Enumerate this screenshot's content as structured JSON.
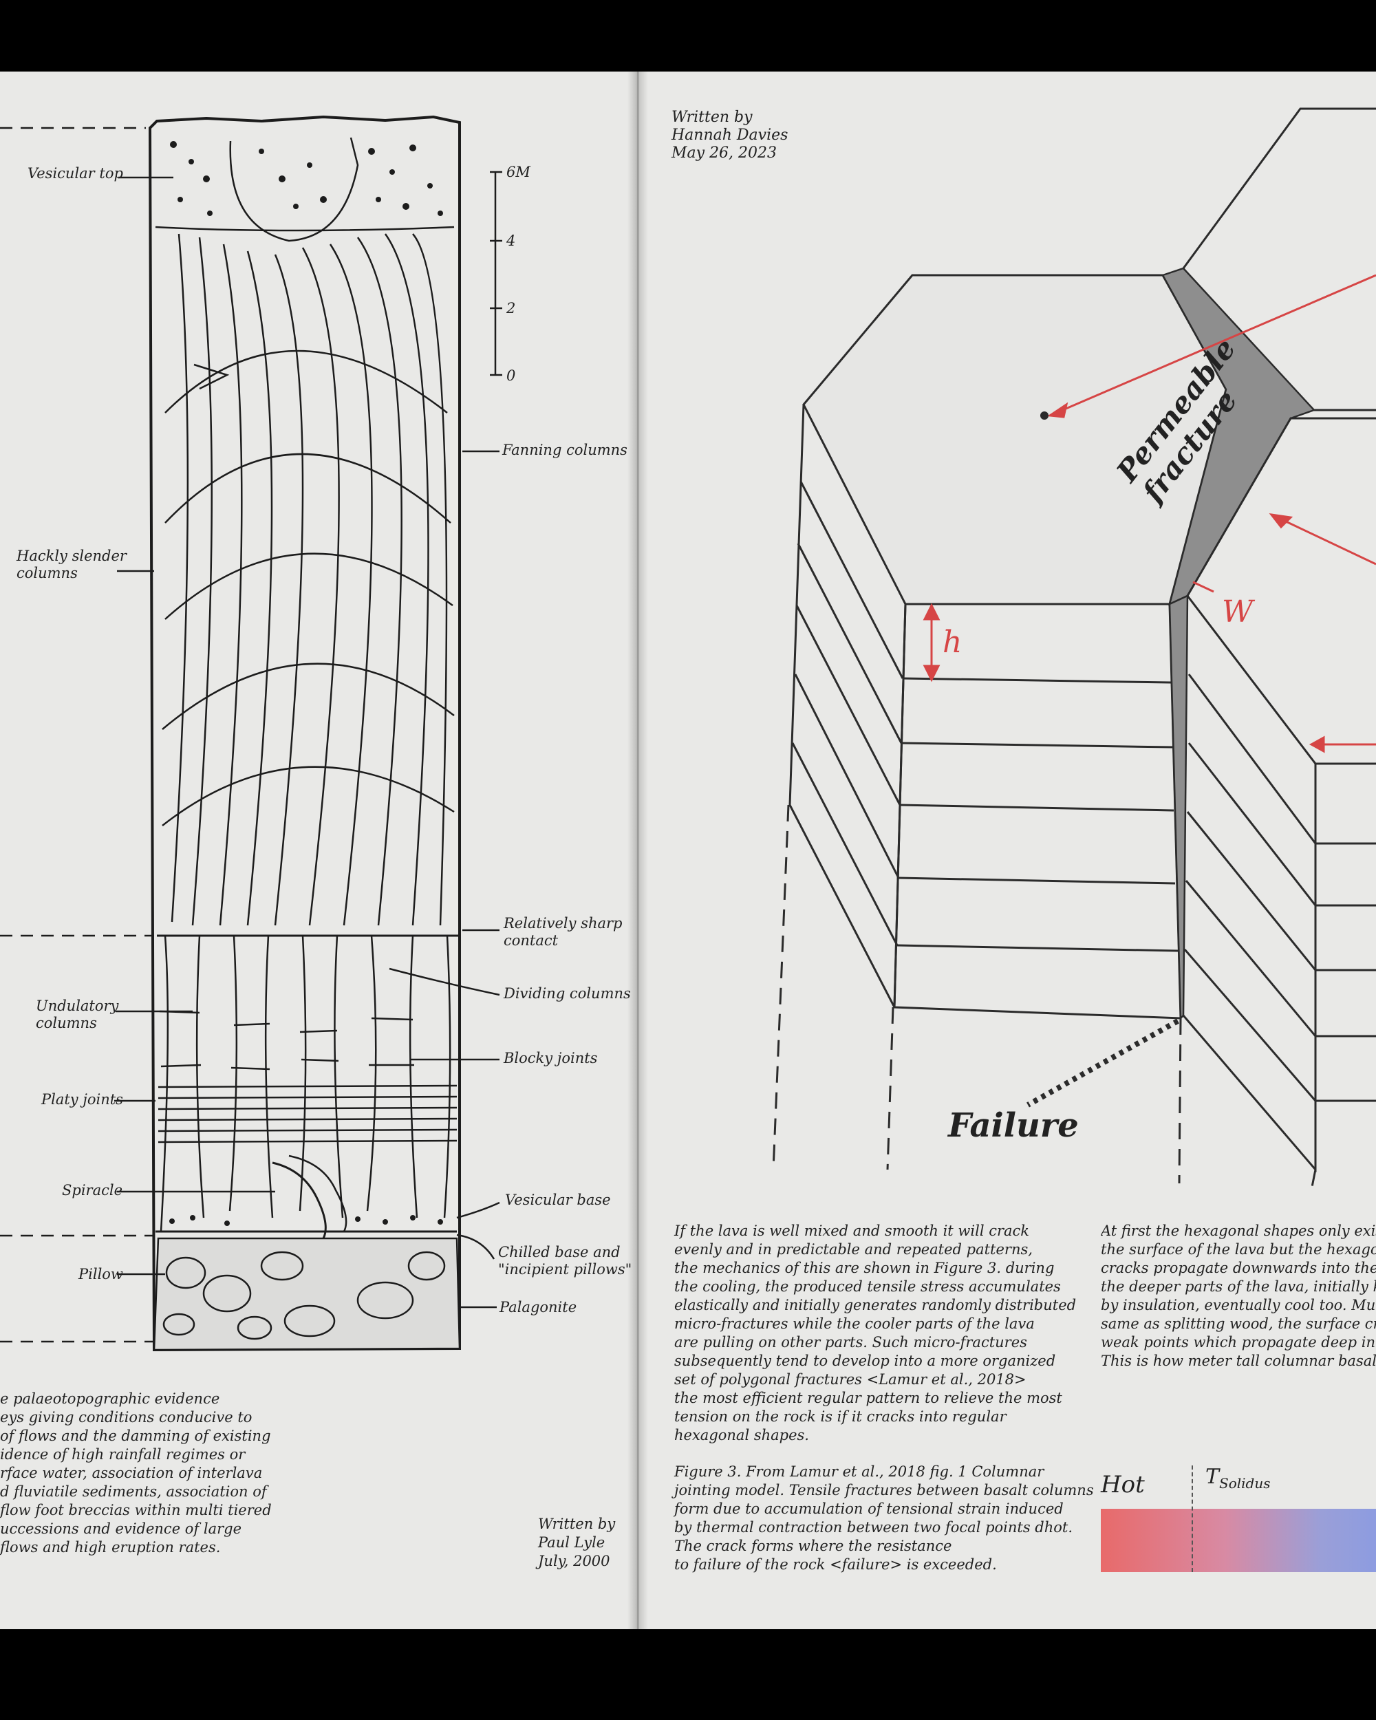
{
  "left": {
    "labels": {
      "vesicular_top": "Vesicular top",
      "hackly": "Hackly slender\ncolumns",
      "fanning": "Fanning columns",
      "sharp_contact": "Relatively sharp\ncontact",
      "dividing": "Dividing columns",
      "undulatory": "Undulatory\ncolumns",
      "blocky": "Blocky joints",
      "platy": "Platy joints",
      "spiracle": "Spiracle",
      "vesicular_base": "Vesicular base",
      "chilled_base": "Chilled base and\n\"incipient pillows\"",
      "pillow": "Pillow",
      "palagonite": "Palagonite"
    },
    "scale": {
      "unit_top": "6M",
      "t4": "4",
      "t2": "2",
      "t0": "0"
    },
    "paragraph": "e palaeotopographic evidence\neys giving conditions conducive to\nof flows and the damming of existing\nidence of high rainfall regimes or\nrface water, association of interlava\nd fluviatile sediments, association of\nflow foot breccias within multi tiered\nuccessions and evidence of large\nflows and high eruption rates.",
    "credit": "Written by\nPaul Lyle\nJuly, 2000"
  },
  "right": {
    "credit": "Written by\nHannah Davies\nMay 26, 2023",
    "diagram": {
      "permeable_fracture": "Permeable\nfracture",
      "w": "W",
      "h": "h",
      "failure": "Failure"
    },
    "paragraph1": "If the lava is well mixed and smooth it will crack\nevenly and in predictable and repeated patterns,\nthe mechanics of this are shown in Figure 3. during\nthe cooling, the produced tensile stress accumulates\nelastically and initially generates randomly distributed\nmicro-fractures while the cooler parts of the lava\nare pulling on other parts. Such micro-fractures\nsubsequently tend to develop into a more organized\nset of polygonal fractures <Lamur et al., 2018>\nthe most efficient regular pattern to relieve the most\ntension on the rock is if it cracks into regular\nhexagonal shapes.",
    "caption": "Figure 3. From Lamur et al., 2018 fig. 1 Columnar\njointing model. Tensile fractures between basalt columns\nform due to accumulation of tensional strain induced\nby thermal contraction between two focal points dhot.\nThe crack forms where the resistance\nto failure of the rock <failure> is exceeded.",
    "paragraph2": "At first the hexagonal shapes only exis\nthe surface of the lava but the hexago\ncracks propagate downwards into the l\nthe deeper parts of the lava, initially ke\nby insulation, eventually cool too. Much\nsame as splitting wood, the surface crac\nweak points which propagate deep into\nThis is how meter tall columnar basalts",
    "legend": {
      "hot": "Hot",
      "solidus": "T",
      "solidus_sub": "Solidus"
    }
  },
  "colors": {
    "paper": "#e9e9e7",
    "ink": "#1c1c1c",
    "accent_red": "#d64545",
    "fracture_gray": "#8e8e8e"
  }
}
